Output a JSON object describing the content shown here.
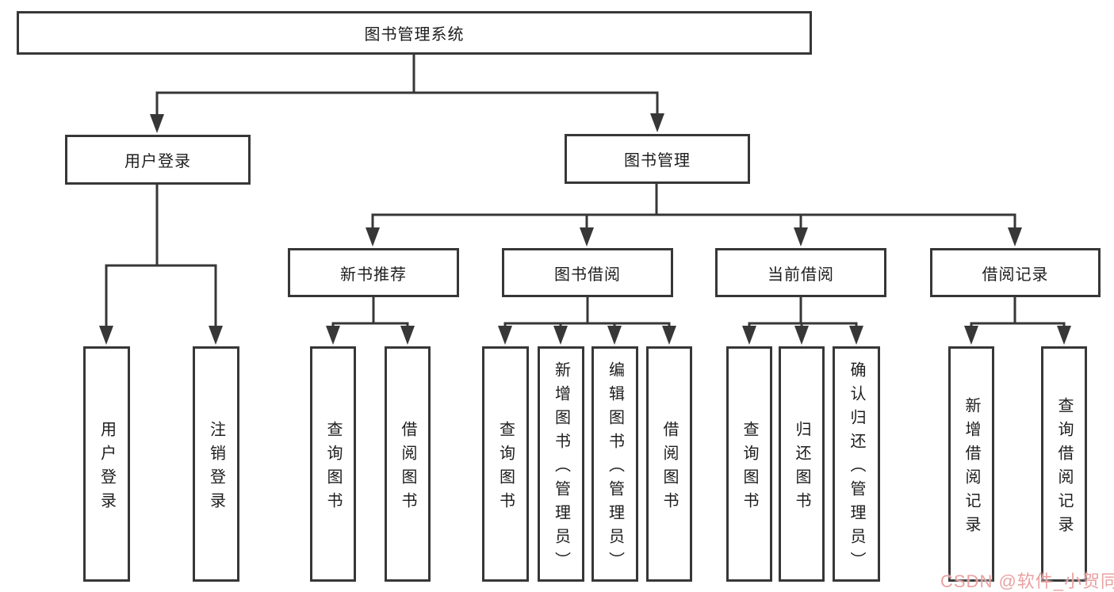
{
  "colors": {
    "line": "#373737",
    "text": "#1d1d1f",
    "node_background": "#ffffff",
    "watermark": "#e9a2a2"
  },
  "tree": {
    "root": {
      "label": "图书管理系统"
    },
    "user_login": {
      "label": "用户登录",
      "children": {
        "login": "用户登录",
        "logout": "注销登录"
      }
    },
    "book_mgmt": {
      "label": "图书管理"
    },
    "new_book": {
      "label": "新书推荐",
      "children": {
        "query": "查询图书",
        "borrow": "借阅图书"
      }
    },
    "borrow": {
      "label": "图书借阅",
      "children": {
        "query": "查询图书",
        "add": "新增图书（管理员）",
        "edit": "编辑图书（管理员）",
        "borrow": "借阅图书"
      }
    },
    "current": {
      "label": "当前借阅",
      "children": {
        "query": "查询图书",
        "return": "归还图书",
        "confirm": "确认归还（管理员）"
      }
    },
    "records": {
      "label": "借阅记录",
      "children": {
        "add": "新增借阅记录",
        "query": "查询借阅记录"
      }
    }
  },
  "watermark": {
    "text": "CSDN @软件_小贺同学"
  }
}
